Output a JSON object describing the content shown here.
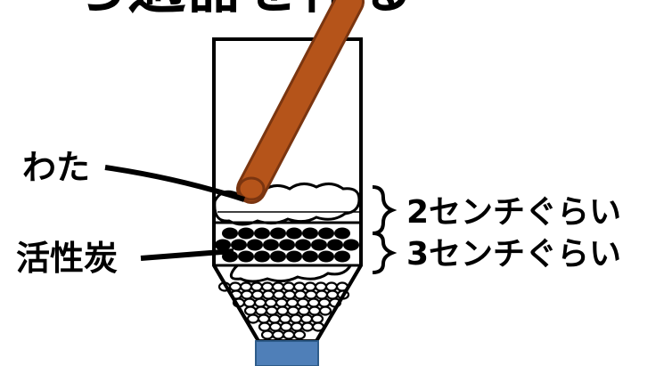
{
  "header_text": "ろ過器を作る",
  "labels": {
    "cotton": "わた",
    "charcoal": "活性炭",
    "cotton_thickness": "2センチぐらい",
    "charcoal_thickness": "3センチぐらい"
  },
  "colors": {
    "rod_fill": "#B5541A",
    "rod_stroke": "#7A3510",
    "cap_fill": "#4F7FB8",
    "cap_stroke": "#2E5C8A",
    "outline": "#000000",
    "cotton_fill": "#ffffff"
  },
  "icons": {
    "rod": "glass-rod",
    "bottle": "cut-plastic-bottle",
    "cotton": "cotton-layer",
    "charcoal": "activated-charcoal-layer",
    "gravel": "gravel-layer",
    "cap": "bottle-cap"
  }
}
